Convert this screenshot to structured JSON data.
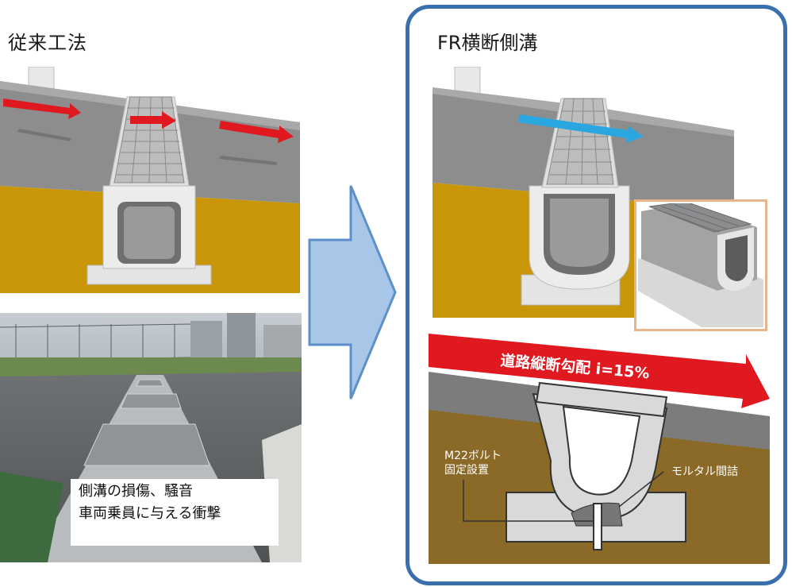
{
  "left": {
    "title": "従来工法",
    "caption_line1": "側溝の損傷、騒音",
    "caption_line2": "車両乗員に与える衝撃"
  },
  "right": {
    "title": "FR横断側溝",
    "slope_label": "道路縦断勾配  i=15%",
    "bolt_label_line1": "M22ボルト",
    "bolt_label_line2": "固定設置",
    "mortar_label": "モルタル間詰"
  },
  "colors": {
    "panel_border": "#3a6fad",
    "arrow_fill": "#a7c6e8",
    "red_arrow": "#e0181f",
    "blue_arrow": "#2aa6e0",
    "soil": "#c9960a",
    "inset_border": "#e7b48c"
  }
}
